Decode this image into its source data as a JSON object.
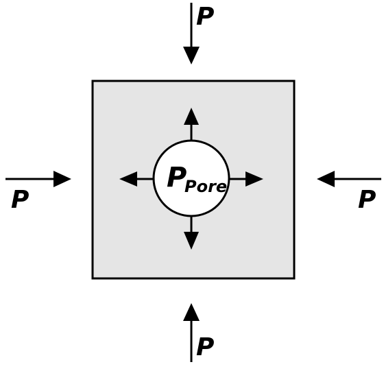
{
  "labels": {
    "top": "P",
    "bottom": "P",
    "left": "P",
    "right": "P",
    "pore_main": "P",
    "pore_sub": "Pore"
  },
  "colors": {
    "block_fill": "#e5e5e5",
    "stroke": "#000000",
    "pore_fill": "#ffffff"
  }
}
